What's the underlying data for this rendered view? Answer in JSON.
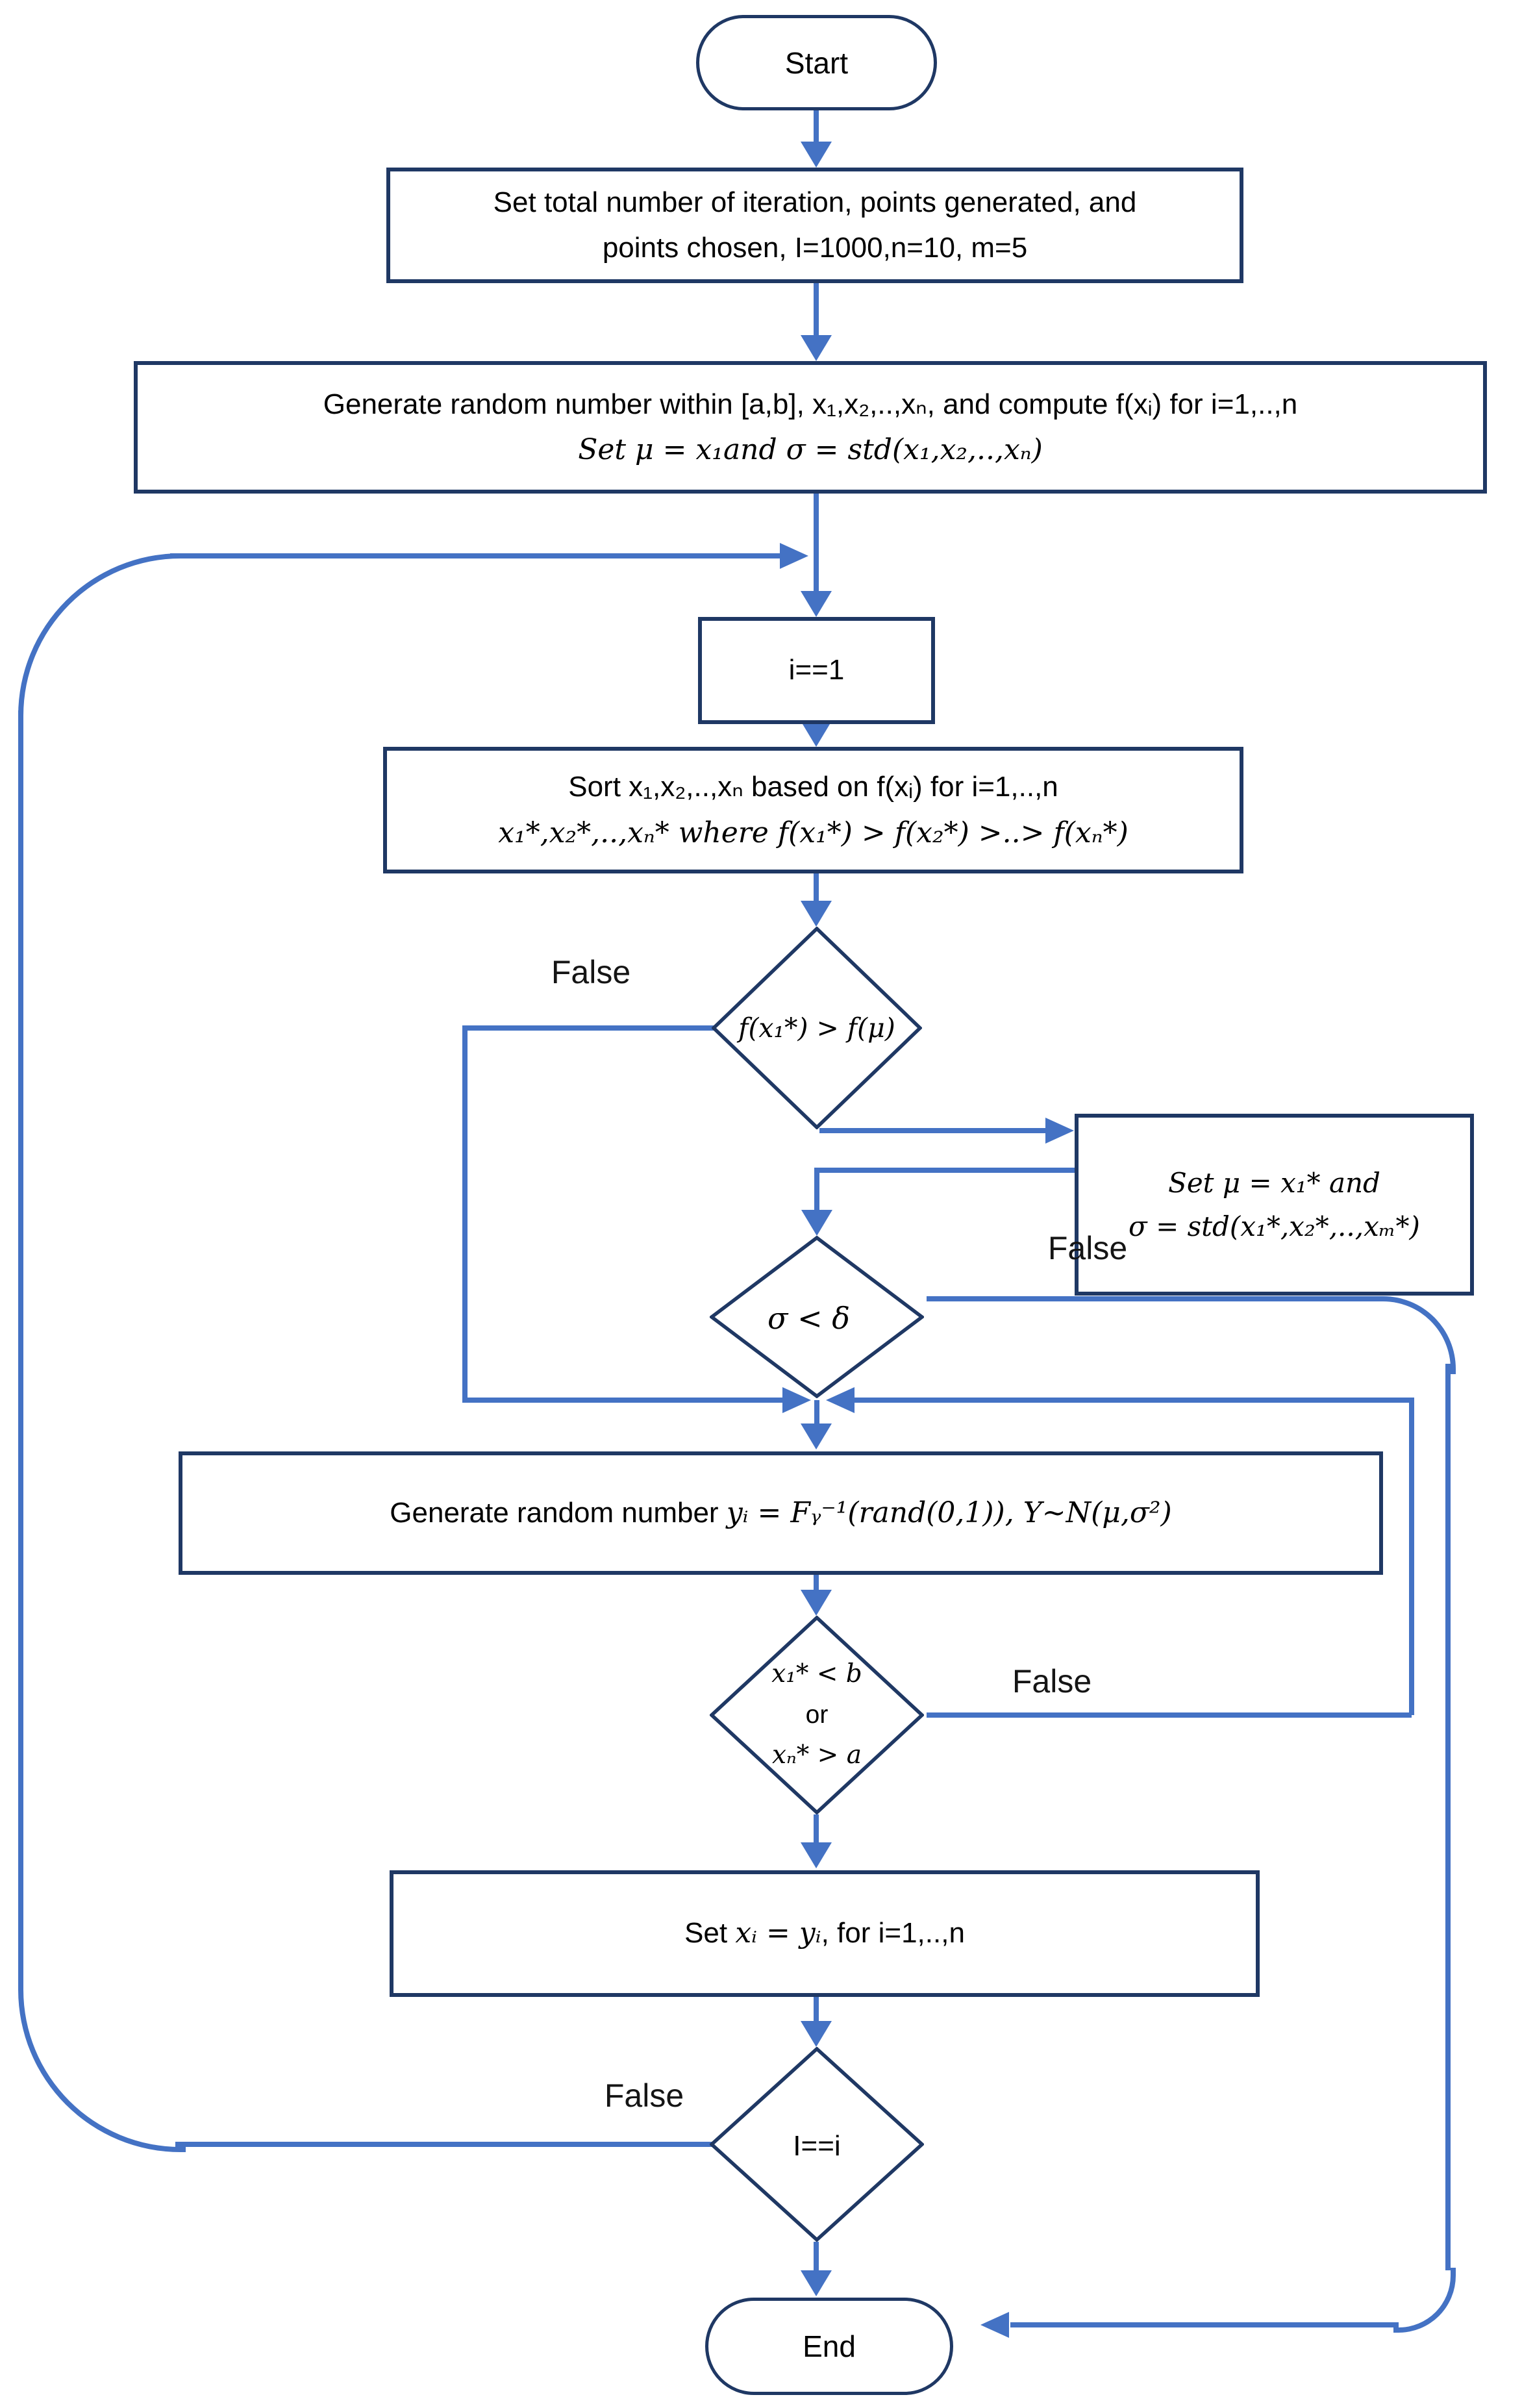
{
  "nodes": {
    "start": {
      "label": "Start"
    },
    "init": {
      "lines": [
        "Set total number of iteration, points generated, and",
        "points chosen, I=1000,n=10, m=5"
      ]
    },
    "generate_initial": {
      "lines": [
        "Generate random number within [a,b], x₁,x₂,..,xₙ, and compute f(xᵢ) for i=1,..,n",
        "Set μ = x₁and σ = std(x₁,x₂,..,xₙ)"
      ]
    },
    "iteration": {
      "label": "i==1"
    },
    "sort": {
      "lines": [
        "Sort x₁,x₂,..,xₙ based on f(xᵢ) for i=1,..,n",
        "x₁*,x₂*,..,xₙ* where f(x₁*) > f(x₂*) >..> f(xₙ*)"
      ]
    },
    "f_check": {
      "label": "f(x₁*) > f(μ)"
    },
    "set_mu_sigma": {
      "lines": [
        "Set μ = x₁* and",
        "σ = std(x₁*,x₂*,..,xₘ*)"
      ]
    },
    "sigma_check": {
      "label": "σ < δ"
    },
    "generate_y": {
      "prefix": "Generate random number ",
      "math": "yᵢ = Fᵧ⁻¹(rand(0,1)), Y~N(μ,σ²)"
    },
    "bounds_check": {
      "lines": [
        "x₁* < b",
        "or",
        "xₙ* > a"
      ]
    },
    "set_x": {
      "parts": [
        "Set ",
        "xᵢ = yᵢ",
        ", for i=1,..,n"
      ]
    },
    "loop_check": {
      "label": "I==i"
    },
    "end": {
      "label": "End"
    }
  },
  "branch_labels": {
    "f_check_false": "False",
    "sigma_check_false": "False",
    "bounds_check_false": "False",
    "loop_check_false": "False"
  },
  "colors": {
    "connector": "#4472C4",
    "shape_border": "#1F3864",
    "text": "#000000"
  }
}
